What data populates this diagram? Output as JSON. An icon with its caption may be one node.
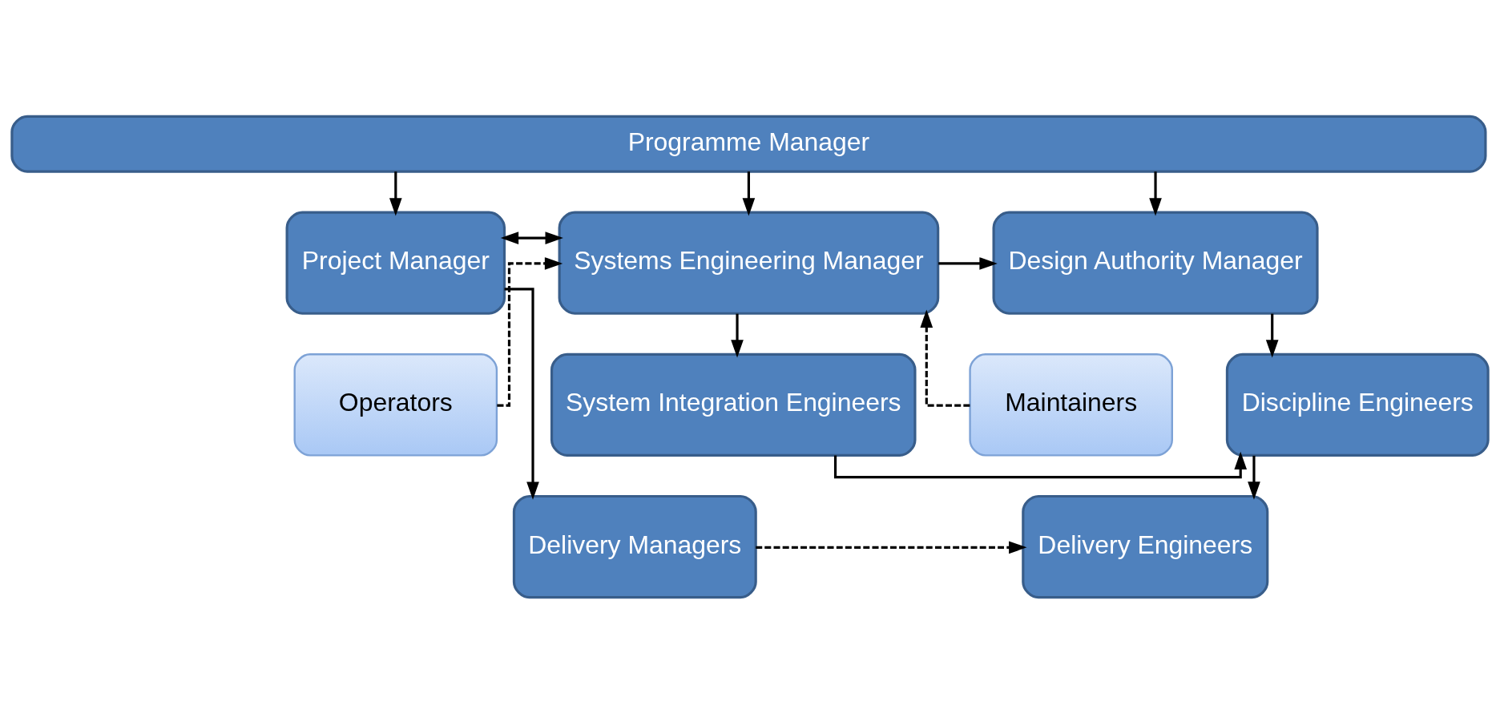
{
  "diagram": {
    "nodes": [
      {
        "text": [
          "Programme Manager"
        ]
      },
      {
        "text": [
          "Project Manager"
        ]
      },
      {
        "text": [
          "Systems Engineering Manager"
        ]
      },
      {
        "text": [
          "Design Authority Manager"
        ]
      },
      {
        "text": [
          "Operators"
        ]
      },
      {
        "text": [
          "Maintainers"
        ]
      },
      {
        "text": [
          "System Integration Engineers"
        ]
      },
      {
        "text": [
          "Discipline Engineers"
        ]
      },
      {
        "text": [
          "Delivery Managers"
        ]
      },
      {
        "text": [
          "Delivery Engineers"
        ]
      }
    ],
    "edges": [
      {
        "from": 0,
        "to": 1,
        "arrow": "to"
      },
      {
        "from": 0,
        "to": 2,
        "arrow": "to"
      },
      {
        "from": 0,
        "to": 3,
        "arrow": "to"
      },
      {
        "from": 1,
        "to": 2,
        "arrow": "both"
      },
      {
        "from": 2,
        "to": 3,
        "arrow": "to"
      },
      {
        "from": 4,
        "to": 2,
        "arrow": "to",
        "style": "dashed"
      },
      {
        "from": 5,
        "to": 2,
        "arrow": "to",
        "style": "dashed"
      },
      {
        "from": 2,
        "to": 6,
        "arrow": "to"
      },
      {
        "from": 3,
        "to": 7,
        "arrow": "to"
      },
      {
        "from": 6,
        "to": 7,
        "arrow": "to"
      },
      {
        "from": 1,
        "to": 8,
        "arrow": "to"
      },
      {
        "from": 7,
        "to": 9,
        "arrow": "to"
      },
      {
        "from": 8,
        "to": 9,
        "arrow": "to",
        "style": "dashed"
      }
    ]
  }
}
